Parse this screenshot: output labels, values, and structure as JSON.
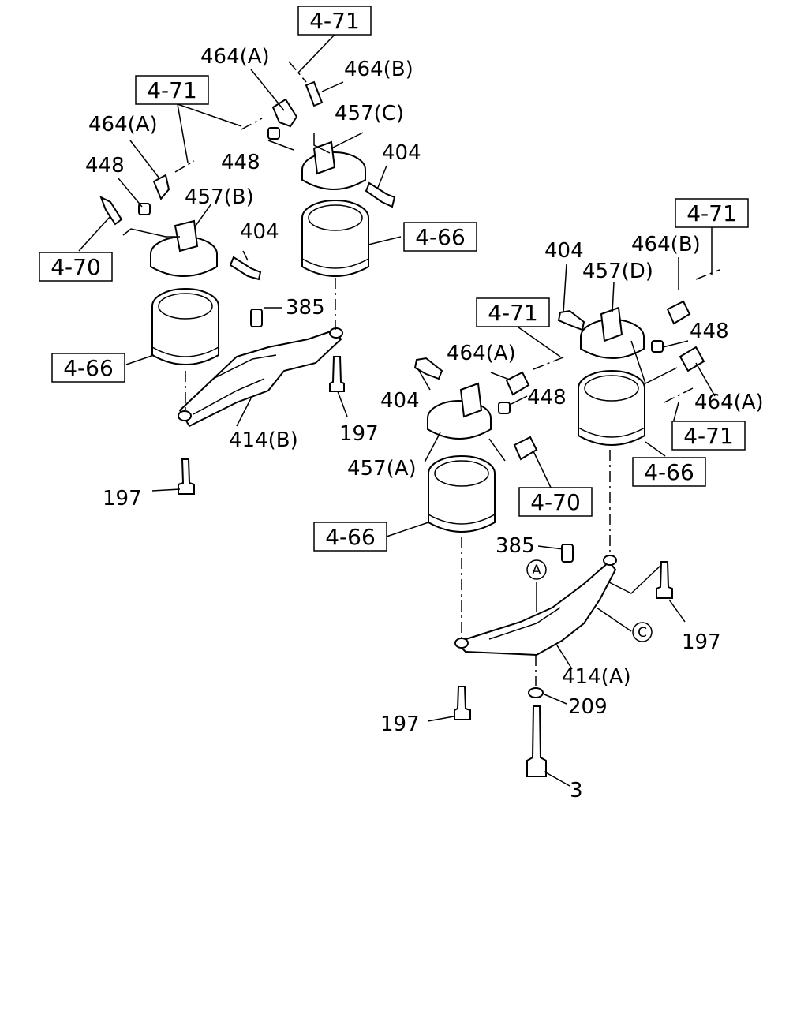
{
  "callouts": {
    "box_4_71_a": "4-71",
    "box_4_71_b": "4-71",
    "box_4_71_c": "4-71",
    "box_4_71_d": "4-71",
    "box_4_71_e": "4-71",
    "box_4_70_a": "4-70",
    "box_4_70_b": "4-70",
    "box_4_66_a": "4-66",
    "box_4_66_b": "4-66",
    "box_4_66_c": "4-66",
    "box_4_66_d": "4-66"
  },
  "parts": {
    "p464a_1": "464(A)",
    "p464b_1": "464(B)",
    "p464a_2": "464(A)",
    "p457c": "457(C)",
    "p448_1": "448",
    "p448_2": "448",
    "p404_1": "404",
    "p457b": "457(B)",
    "p404_2": "404",
    "p385_1": "385",
    "p414b": "414(B)",
    "p197_1": "197",
    "p197_2": "197",
    "p404_3": "404",
    "p464b_2": "464(B)",
    "p457d": "457(D)",
    "p448_3": "448",
    "p464a_3": "464(A)",
    "p464a_4": "464(A)",
    "p404_4": "404",
    "p448_4": "448",
    "p457a": "457(A)",
    "p385_2": "385",
    "p197_3": "197",
    "p414a": "414(A)",
    "p197_4": "197",
    "p209": "209",
    "p3": "3"
  },
  "reference_marks": {
    "mark_a": "A",
    "mark_c": "C"
  }
}
